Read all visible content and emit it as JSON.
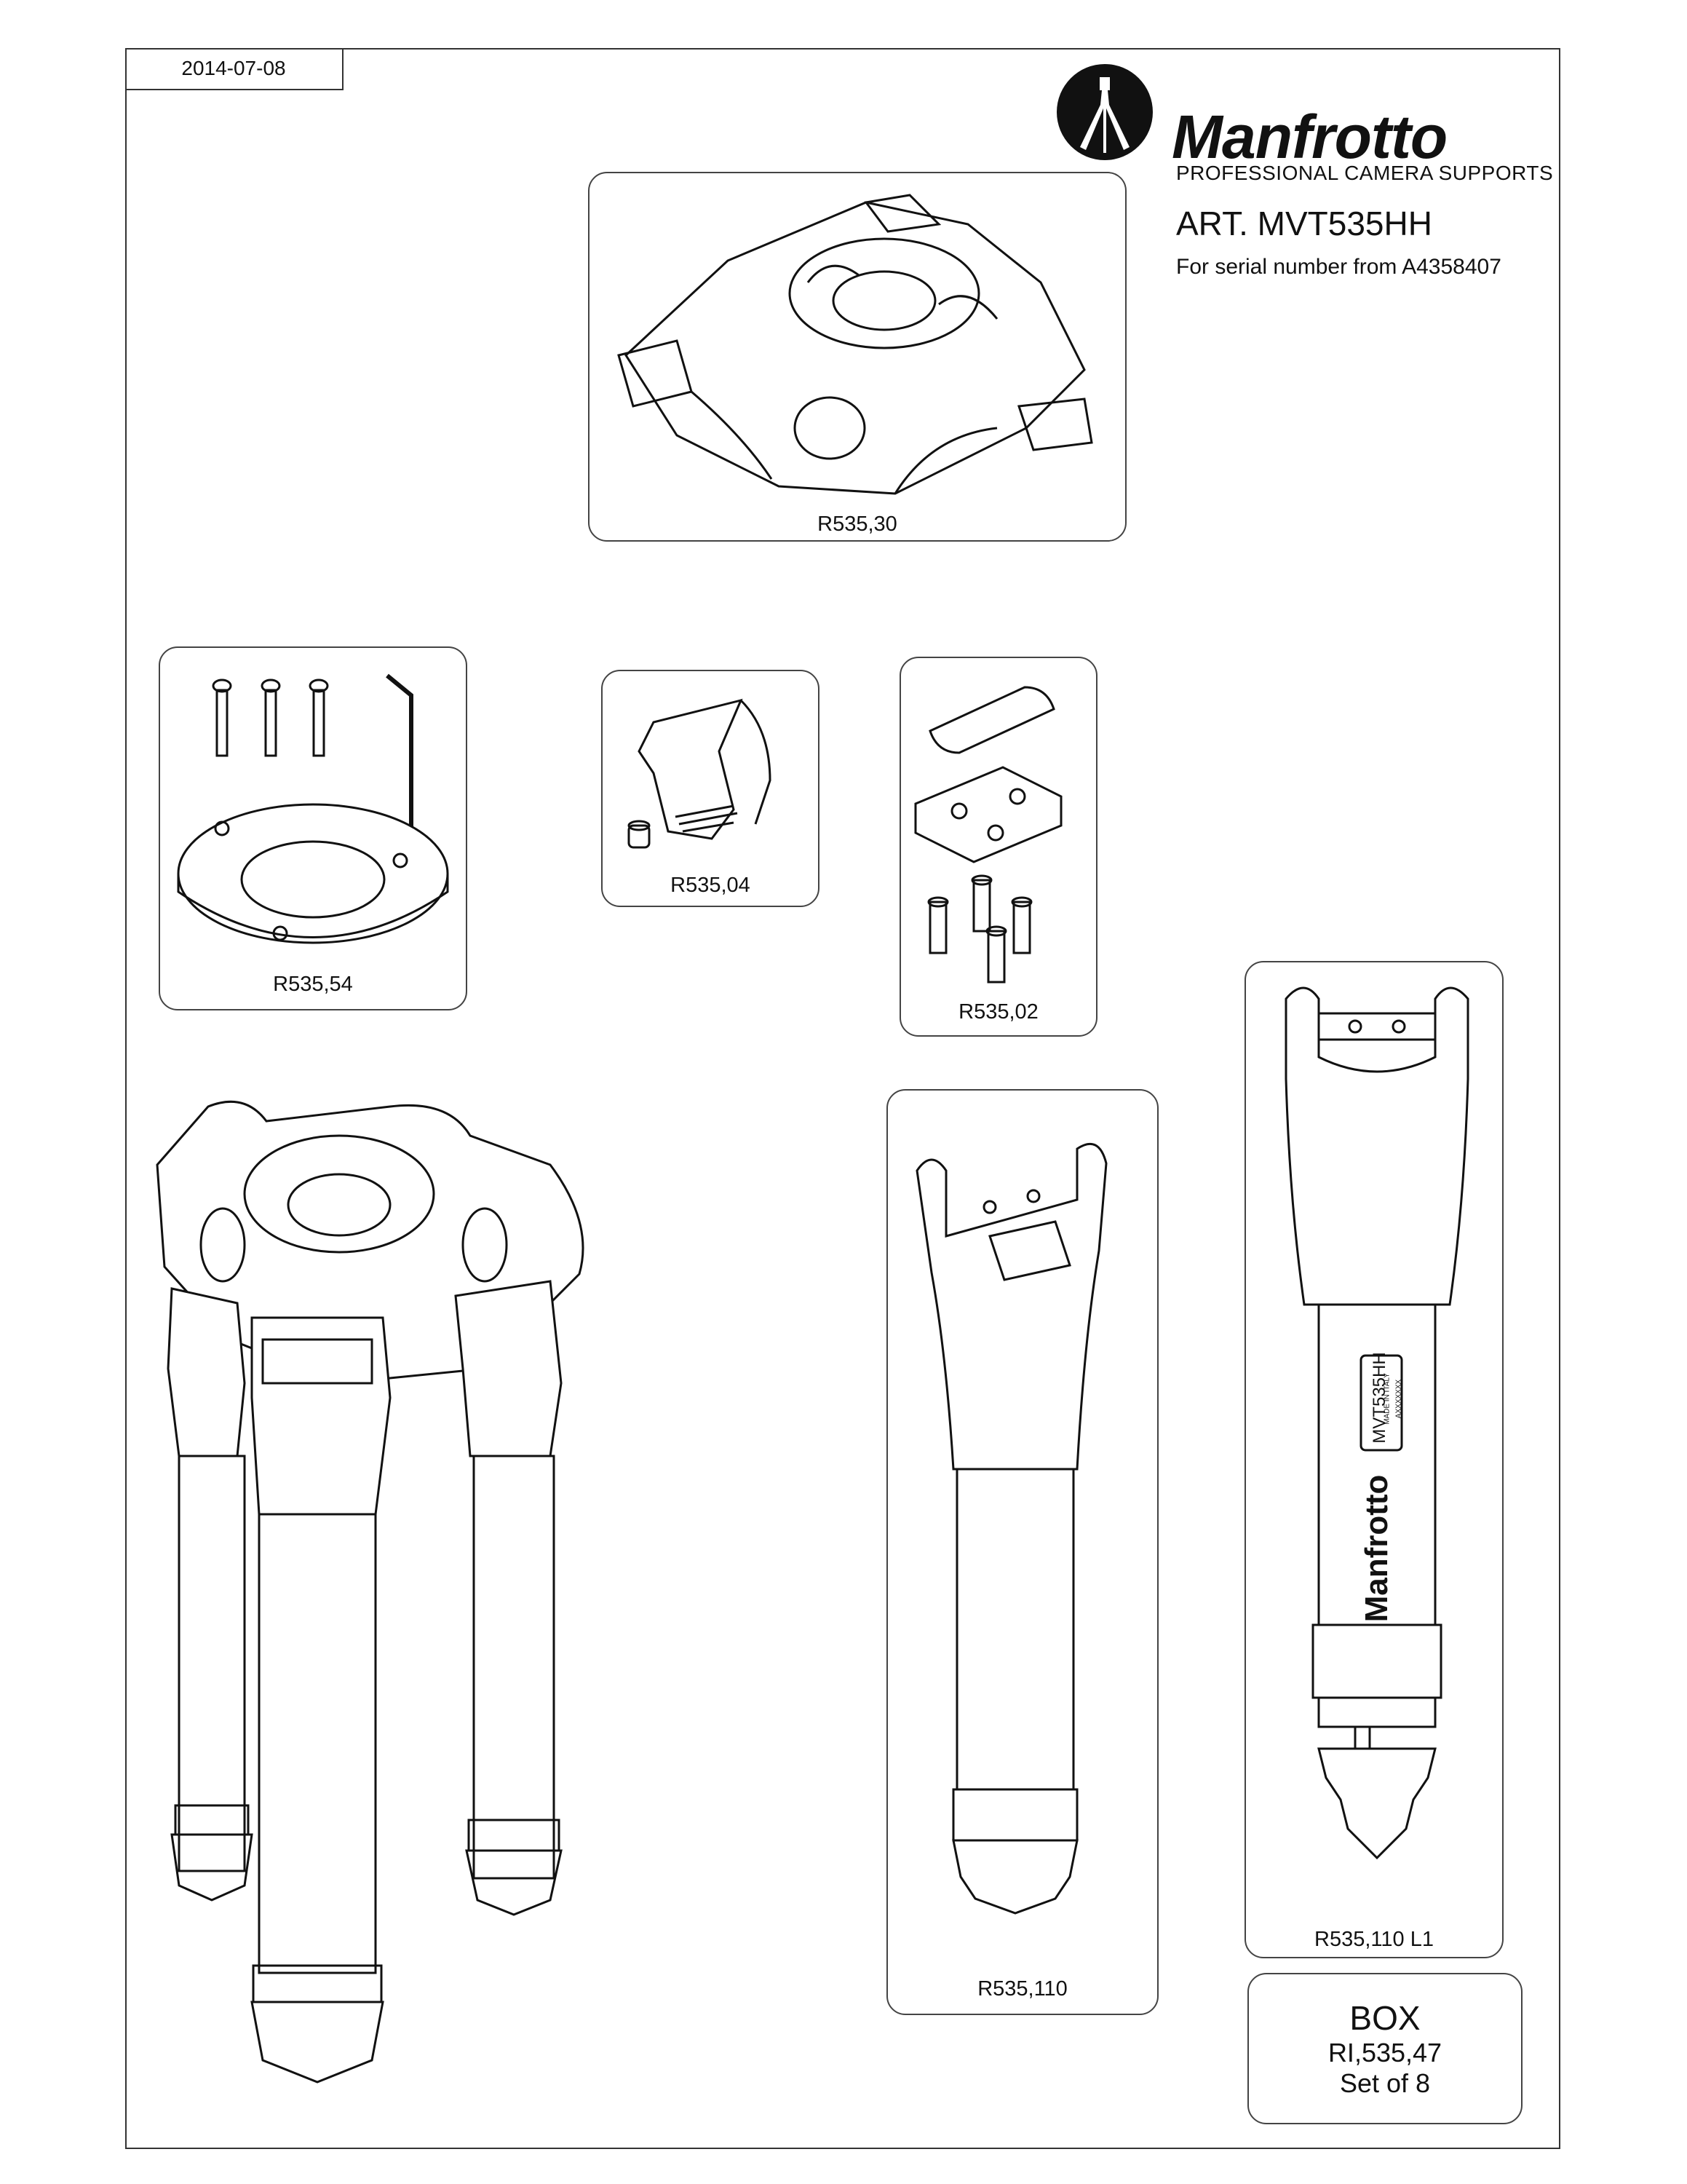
{
  "header": {
    "date": "2014-07-08",
    "brand": "Manfrotto",
    "tagline": "PROFESSIONAL CAMERA SUPPORTS",
    "article": "ART. MVT535HH",
    "serial_note": "For serial number from A4358407"
  },
  "parts": {
    "top_casting": "R535,30",
    "bowl_kit": "R535,54",
    "leg_lock": "R535,04",
    "hinge_kit": "R535,02",
    "upper_leg": "R535,110",
    "leg_section": "R535,110 L1"
  },
  "leg_marking": {
    "brand": "Manfrotto",
    "model": "MVT535HH",
    "made_in": "MADE IN ITALY",
    "serial_mask": "AXXXXXXX"
  },
  "box": {
    "title": "BOX",
    "code": "RI,535,47",
    "quantity": "Set of 8"
  }
}
